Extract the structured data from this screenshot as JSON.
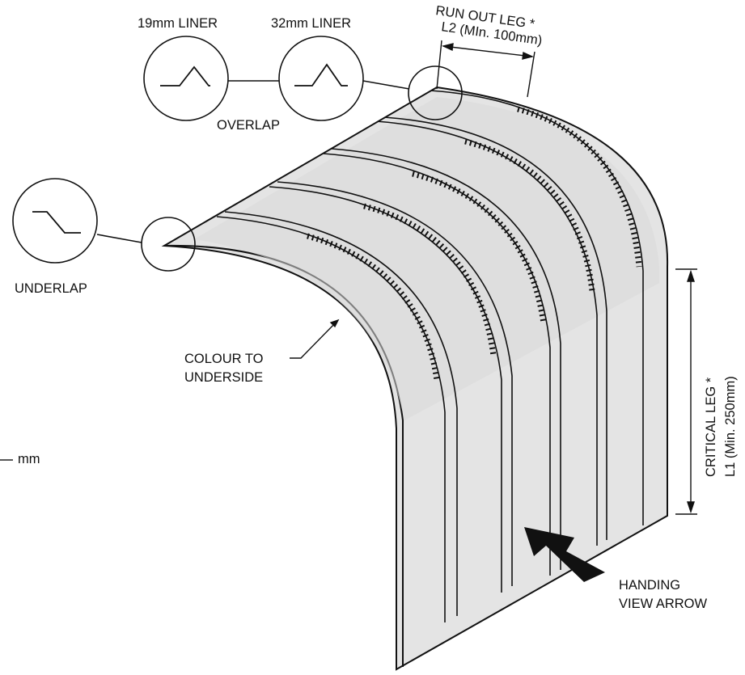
{
  "labels": {
    "liner19": "19mm LINER",
    "liner32": "32mm LINER",
    "overlap": "OVERLAP",
    "underlap": "UNDERLAP",
    "runout_line1": "RUN OUT LEG *",
    "runout_line2": "L2 (MIn. 100mm)",
    "critical_line1": "CRITICAL LEG *",
    "critical_line2": "L1 (Min. 250mm)",
    "colour_line1": "COLOUR TO",
    "colour_line2": "UNDERSIDE",
    "handing_line1": "HANDING",
    "handing_line2": "VIEW ARROW",
    "mm": "mm"
  },
  "colors": {
    "line": "#111111",
    "sheet": "#e4e4e4",
    "sheet_shade": "#cfcfcf",
    "arrow": "#111111"
  }
}
